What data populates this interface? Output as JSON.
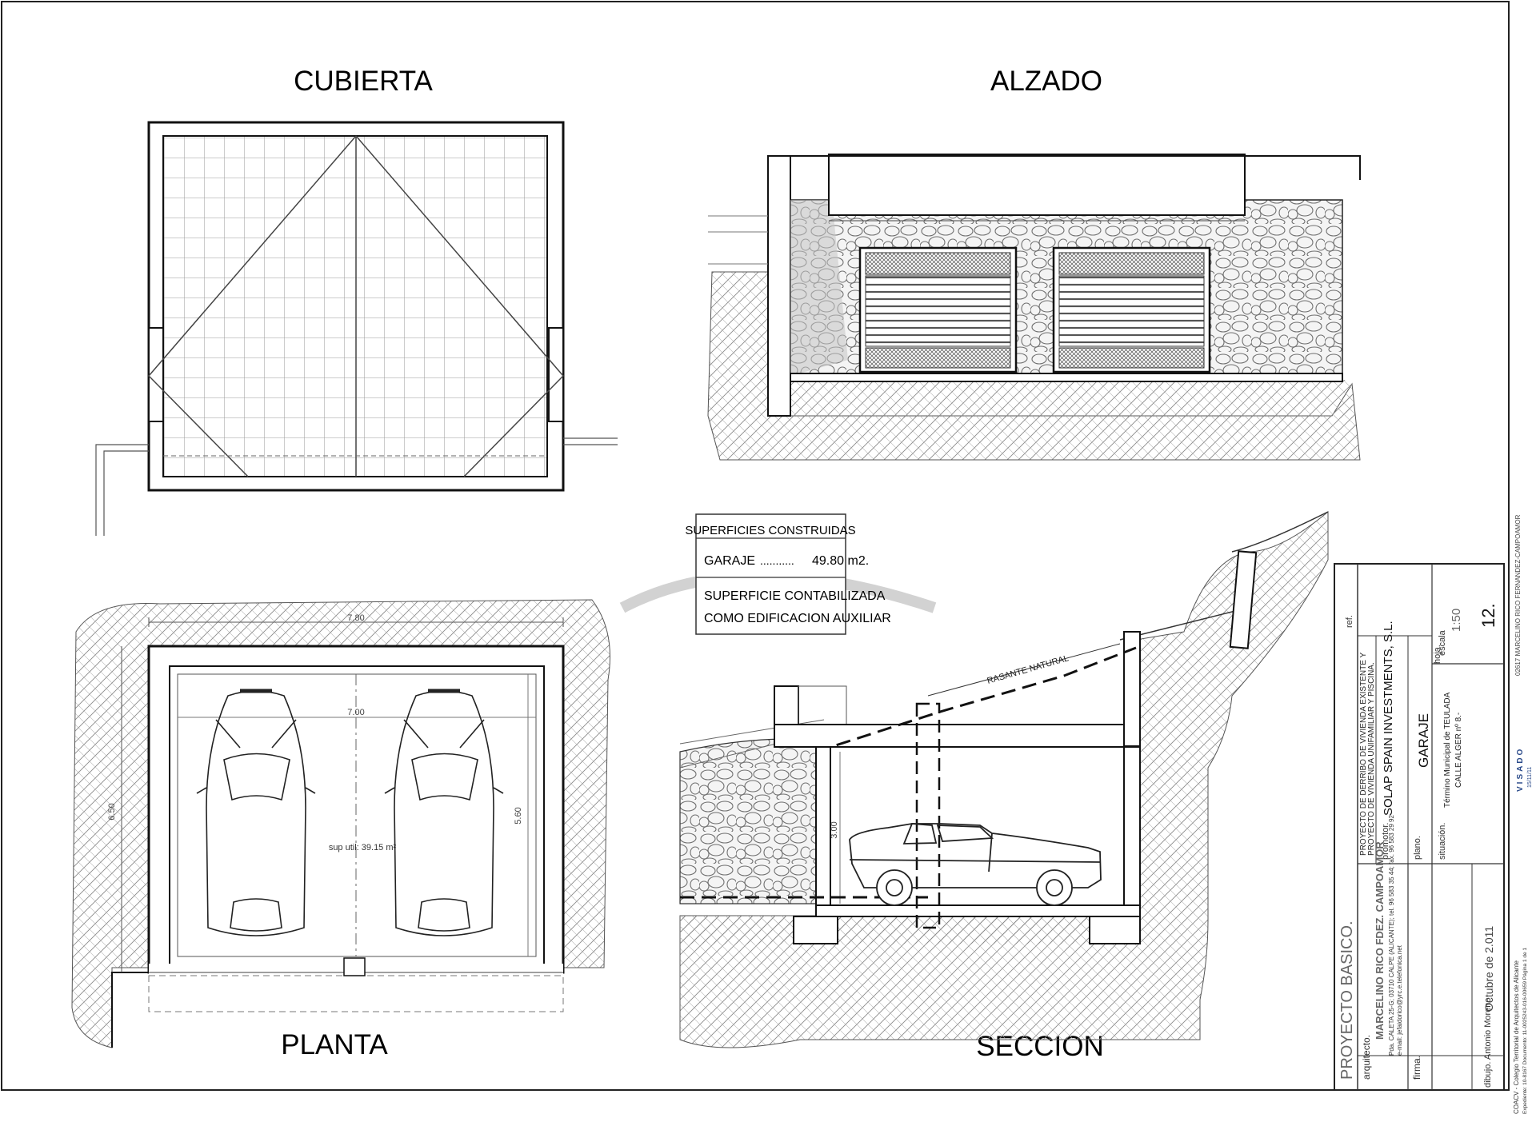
{
  "views": {
    "cubierta": "CUBIERTA",
    "alzado": "ALZADO",
    "planta": "PLANTA",
    "seccion": "SECCION"
  },
  "superficies": {
    "header": "SUPERFICIES CONSTRUIDAS",
    "garaje_label": "GARAJE",
    "garaje_dots": "...........",
    "garaje_value": "49.80 m2.",
    "note_line1": "SUPERFICIE CONTABILIZADA",
    "note_line2": "COMO EDIFICACION AUXILIAR"
  },
  "plan_dims": {
    "outer_width": "7.80",
    "inner_width": "7.00",
    "outer_depth": "6.50",
    "inner_depth": "5.60",
    "sup_util": "sup util: 39.15 m²"
  },
  "section_labels": {
    "height": "3.00",
    "rasante": "RASANTE NATURAL"
  },
  "title_block": {
    "proyecto_tipo": "PROYECTO BASICO.",
    "arquitecto_label": "arquitecto.",
    "arquitecto_name": "MARCELINO RICO FDEZ. CAMPOAMOR",
    "arquitecto_addr": "Pda. CALETA 25-G; 03710 CALPE (ALICANTE); tel. 96 583 35 44; fax. 96 583 29 92",
    "arquitecto_email": "e-mail: jefaidorico@yrc.e.telefonica.net",
    "firma_label": "firma.",
    "ref_label": "ref.",
    "proyecto_line1": "PROYECTO DE DERRIBO DE VIVIENDA EXISTENTE Y",
    "proyecto_line2": "PROYECTO DE VIVIENDA UNIFAMILIAR Y PISCINA.",
    "promotor_label": "promotor.",
    "promotor_name": "SOLAP SPAIN INVESTMENTS, S.L.",
    "plano_label": "plano.",
    "plano_name": "GARAJE",
    "situacion_label": "situación.",
    "situacion_line1": "Término Municipal de TEULADA",
    "situacion_line2": "CALLE ALGER nº 8.-",
    "escala_label": "escala",
    "escala_value": "1:50",
    "hoja_label": "hoja.",
    "hoja_value": "12.",
    "dibujo": "dibujo. Antonio Moreno",
    "fecha": "Octubre de 2.011"
  },
  "visado": {
    "side_note": "02617 MARCELINO RICO FERNANDEZ-CAMPOAMOR",
    "stamp": "VISADO",
    "stamp_date": "15/11/11",
    "colegio": "COACV - Colegio Territorial de Arquitectos de Alicante",
    "expediente": "Expediente: 10-8167   Documento: 11-0025243-016-00659   Página 1 de 1"
  }
}
